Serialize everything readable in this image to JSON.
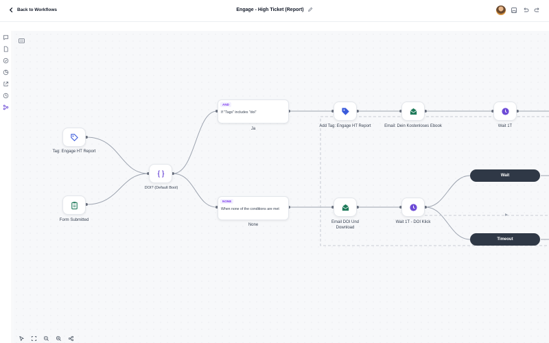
{
  "header": {
    "back_label": "Back to Workflows",
    "title": "Engage - High Ticket (Report)"
  },
  "nodes": {
    "tag_trigger": "Tag: Engage HT Report",
    "form_trigger": "Form Submitted",
    "doi_branch": "DOI? (Default Bool)",
    "cond_and": {
      "badge": "AND",
      "text": "If \"Tags\" includes \"doi\"",
      "branch_label": "Ja"
    },
    "cond_none": {
      "badge": "NONE",
      "text": "When none of the conditions are met",
      "branch_label": "None"
    },
    "add_tag": "Add Tag: Engage HT Report",
    "email_ebook": "Email: Dein Kostenloses Ebook",
    "wait_1t": "Wait 1T",
    "email_doi": "Email DOI Und Download",
    "wait_doi": "Wait 1T - DOI Klick",
    "pill_wait": "Wait",
    "pill_timeout": "Timeout"
  },
  "colors": {
    "accent_purple": "#6d4bd6",
    "tag_blue": "#3b5bdb",
    "email_green": "#1f7a5a",
    "pill_dark": "#2f3846",
    "edge_gray": "#9ca3af"
  }
}
